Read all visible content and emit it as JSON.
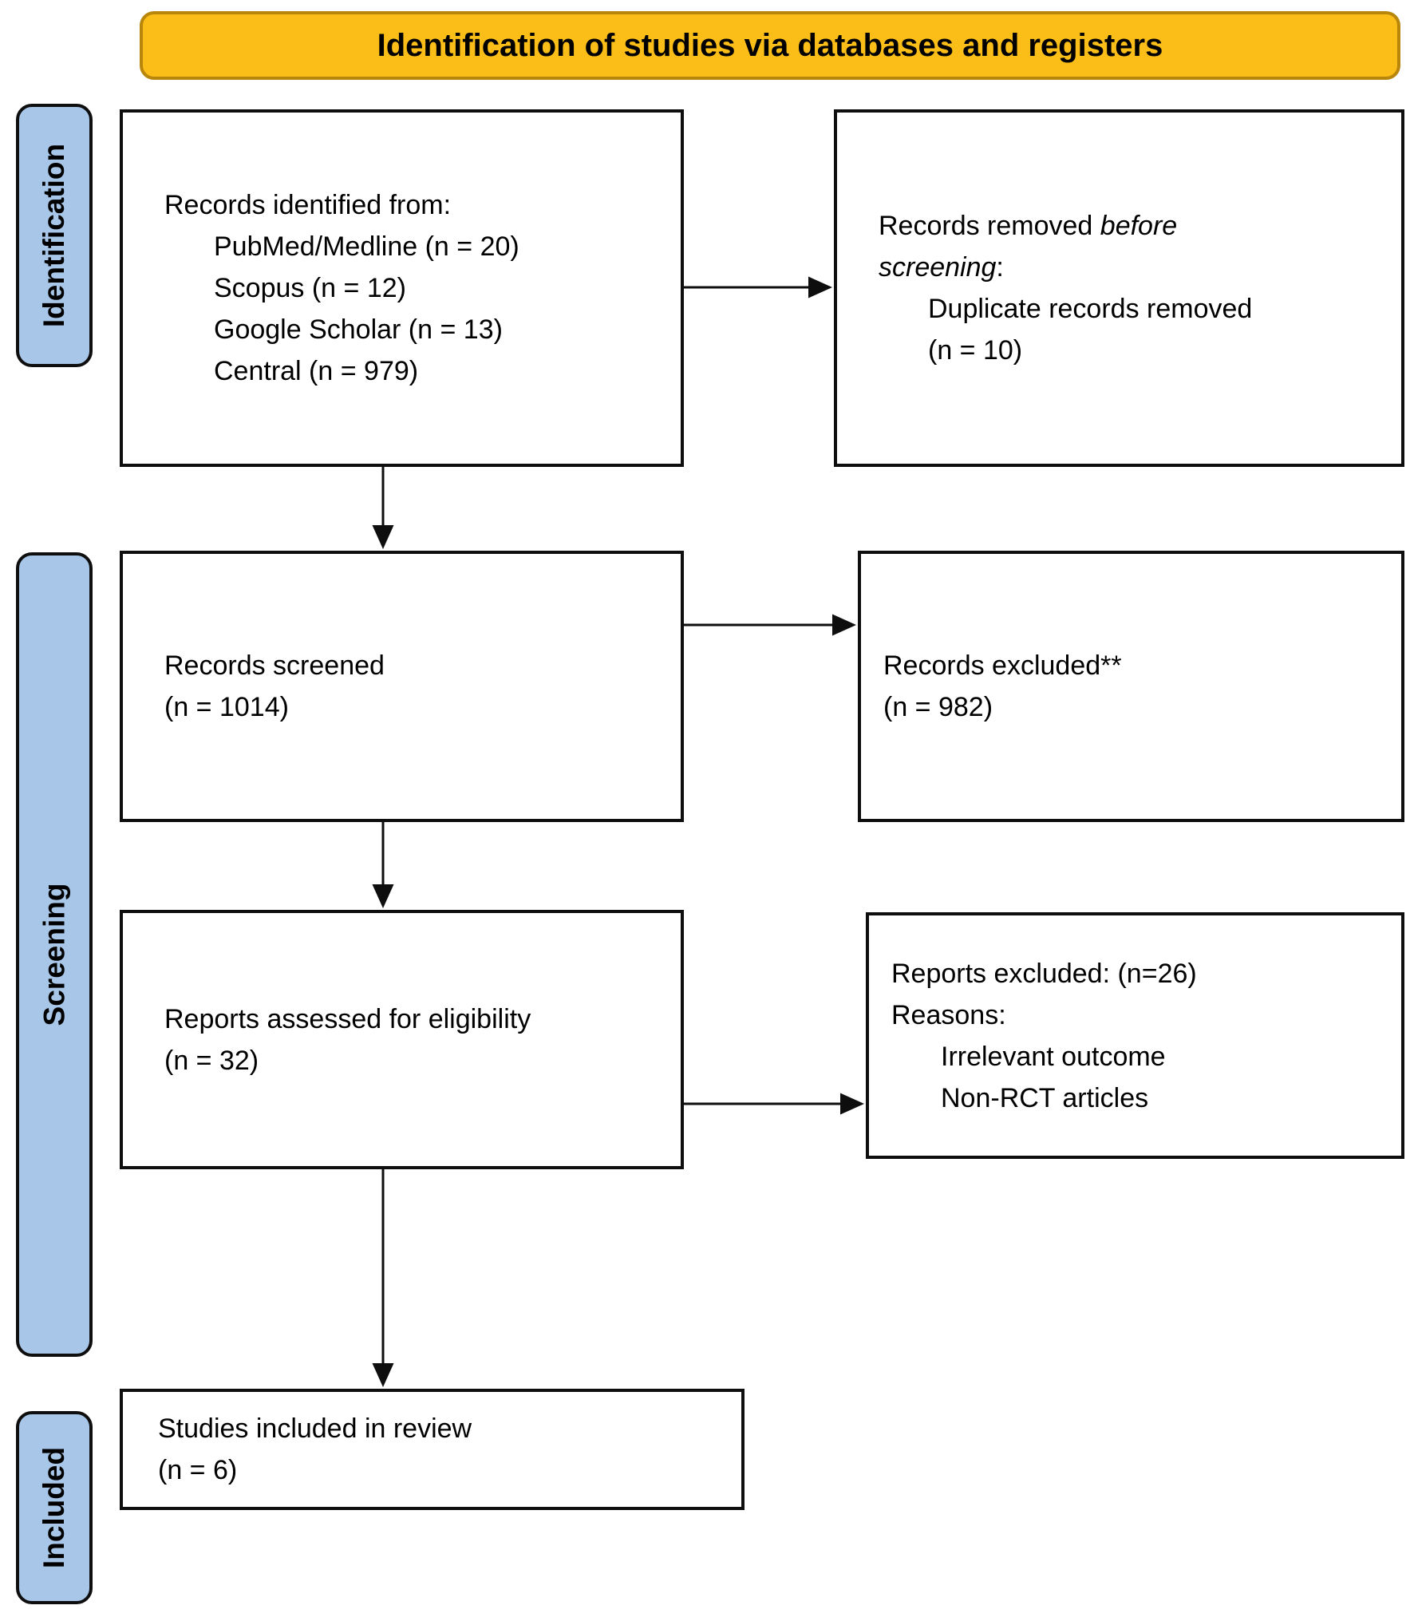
{
  "banner": {
    "title": "Identification of studies via databases and registers"
  },
  "sidebars": {
    "identification": {
      "label": "Identification"
    },
    "screening": {
      "label": "Screening"
    },
    "included": {
      "label": "Included"
    }
  },
  "boxes": {
    "records_identified": {
      "lines": [
        {
          "t": "Records identified from:",
          "ind": 0
        },
        {
          "t": "PubMed/Medline (n = 20)",
          "ind": 1
        },
        {
          "t": "Scopus (n = 12)",
          "ind": 1
        },
        {
          "t": "Google Scholar (n = 13)",
          "ind": 1
        },
        {
          "t": "Central (n = 979)",
          "ind": 1
        }
      ]
    },
    "records_removed": {
      "lines": [
        {
          "t": "Records removed ~before~",
          "ind": 0
        },
        {
          "t": "~screening~:",
          "ind": 0
        },
        {
          "t": "Duplicate records removed",
          "ind": 1
        },
        {
          "t": "(n = 10)",
          "ind": 1
        }
      ]
    },
    "records_screened": {
      "lines": [
        {
          "t": "Records screened",
          "ind": 0
        },
        {
          "t": "(n = 1014)",
          "ind": 0
        }
      ]
    },
    "records_excluded": {
      "lines": [
        {
          "t": "Records excluded**",
          "ind": 0
        },
        {
          "t": "(n = 982)",
          "ind": 0
        }
      ]
    },
    "reports_assessed": {
      "lines": [
        {
          "t": "Reports assessed for eligibility",
          "ind": 0
        },
        {
          "t": "(n = 32)",
          "ind": 0
        }
      ]
    },
    "reports_excluded": {
      "lines": [
        {
          "t": "Reports excluded: (n=26)",
          "ind": 0
        },
        {
          "t": "Reasons:",
          "ind": 0
        },
        {
          "t": "Irrelevant outcome",
          "ind": 1
        },
        {
          "t": "Non-RCT articles",
          "ind": 1
        }
      ]
    },
    "studies_included": {
      "lines": [
        {
          "t": "Studies included in review",
          "ind": 0
        },
        {
          "t": "(n = 6)",
          "ind": 0
        }
      ]
    }
  },
  "colors": {
    "banner_fill": "#FBBE18",
    "banner_border": "#B8860B",
    "sidebar_fill": "#A8C6E8",
    "line_color": "#0E0E0E"
  }
}
